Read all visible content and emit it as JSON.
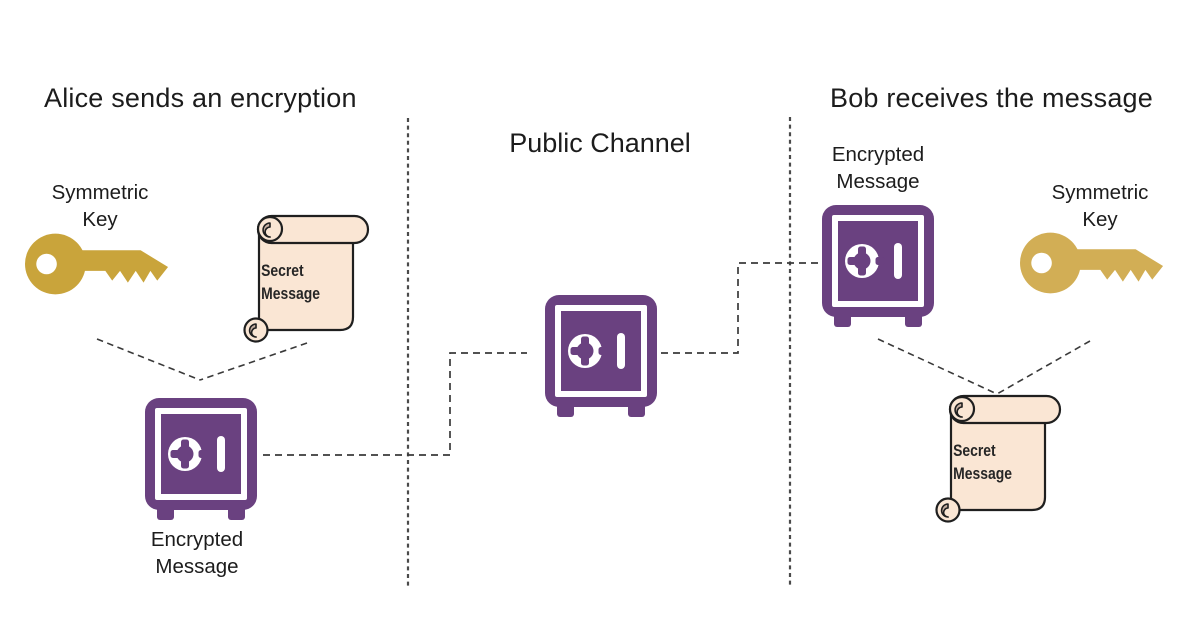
{
  "alice": {
    "title": "Alice sends an encryption",
    "symmetric_key": {
      "line1": "Symmetric",
      "line2": "Key"
    },
    "secret_message": {
      "line1": "Secret",
      "line2": "Message"
    },
    "encrypted_message": {
      "line1": "Encrypted",
      "line2": "Message"
    }
  },
  "channel": {
    "title": "Public Channel"
  },
  "bob": {
    "title": "Bob receives the message",
    "encrypted_message": {
      "line1": "Encrypted",
      "line2": "Message"
    },
    "symmetric_key": {
      "line1": "Symmetric",
      "line2": "Key"
    },
    "secret_message": {
      "line1": "Secret",
      "line2": "Message"
    }
  },
  "icons": {
    "key": "key-icon",
    "scroll": "scroll-icon",
    "safe": "safe-icon"
  },
  "colors": {
    "safe_purple": "#6A4180",
    "key_gold_left": "#C9A43B",
    "key_gold_right": "#D2AE55",
    "scroll_fill": "#FAE6D4",
    "scroll_shadow": "#C6AFA2",
    "outline": "#1f1f1f",
    "dashed_line": "#3f3f3f",
    "text": "#1a1a1a"
  }
}
